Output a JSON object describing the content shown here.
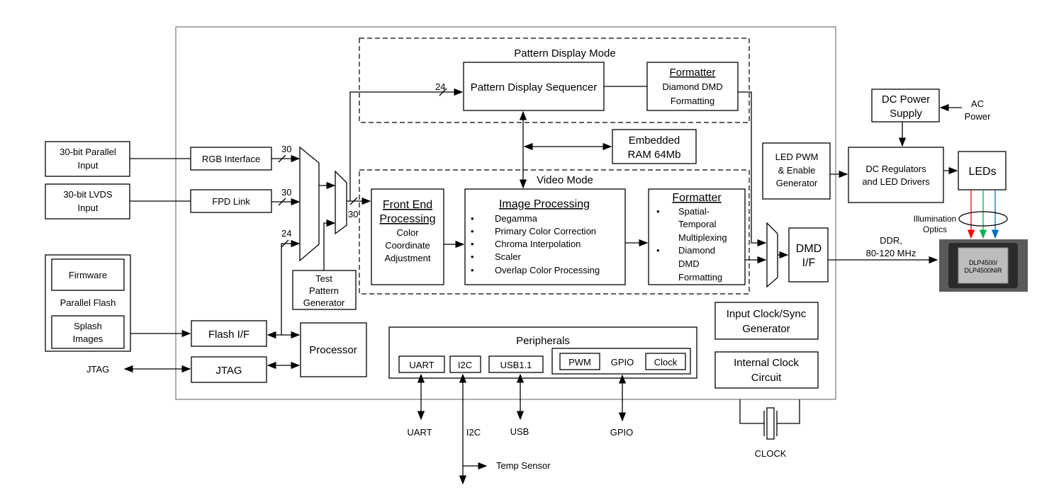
{
  "blocks": {
    "pattern_mode": "Pattern Display Mode",
    "pattern_seq": "Pattern Display Sequencer",
    "formatter1": {
      "title": "Formatter",
      "l1": "Diamond DMD",
      "l2": "Formatting"
    },
    "ram": {
      "l1": "Embedded",
      "l2": "RAM 64Mb"
    },
    "video_mode": "Video Mode",
    "front_end": {
      "t1": "Front End",
      "t2": "Processing",
      "l1": "Color",
      "l2": "Coordinate",
      "l3": "Adjustment"
    },
    "image_proc": {
      "title": "Image Processing",
      "items": [
        "Degamma",
        "Primary Color Correction",
        "Chroma Interpolation",
        "Scaler",
        "Overlap Color Processing"
      ]
    },
    "formatter2": {
      "title": "Formatter",
      "l1": "Spatial-",
      "l2": "Temporal",
      "l3": "Multiplexing",
      "l4": "Diamond",
      "l5": "DMD",
      "l6": "Formatting"
    },
    "parallel_in": {
      "l1": "30-bit Parallel",
      "l2": "Input"
    },
    "lvds_in": {
      "l1": "30-bit LVDS",
      "l2": "Input"
    },
    "rgb": "RGB Interface",
    "fpd": "FPD Link",
    "firmware": "Firmware",
    "parallel_flash": "Parallel Flash",
    "splash": {
      "l1": "Splash",
      "l2": "Images"
    },
    "flash_if": "Flash I/F",
    "jtag_box": "JTAG",
    "jtag_ext": "JTAG",
    "processor": "Processor",
    "tpg": {
      "l1": "Test",
      "l2": "Pattern",
      "l3": "Generator"
    },
    "peripherals": "Peripherals",
    "uart": "UART",
    "i2c": "I2C",
    "usb": "USB1.1",
    "pwm": "PWM",
    "gpio": "GPIO",
    "clock": "Clock",
    "in_clock": {
      "l1": "Input Clock/Sync",
      "l2": "Generator"
    },
    "int_clock": {
      "l1": "Internal Clock",
      "l2": "Circuit"
    },
    "dmd_if": {
      "l1": "DMD",
      "l2": "I/F"
    },
    "led_pwm": {
      "l1": "LED PWM",
      "l2": "& Enable",
      "l3": "Generator"
    },
    "dc_power": {
      "l1": "DC Power",
      "l2": "Supply"
    },
    "ac_power": {
      "l1": "AC",
      "l2": "Power"
    },
    "dc_reg": {
      "l1": "DC Regulators",
      "l2": "and LED Drivers"
    },
    "leds": "LEDs",
    "optics": {
      "l1": "Illumination",
      "l2": "Optics"
    },
    "ddr": {
      "l1": "DDR,",
      "l2": "80-120 MHz"
    },
    "dmd_chip": {
      "l1": "DLP4500/",
      "l2": "DLP4500NIR"
    }
  },
  "buses": {
    "b30a": "30",
    "b30b": "30",
    "b24a": "24",
    "b24b": "24",
    "b30c": "30"
  },
  "external": {
    "uart": "UART",
    "i2c": "I2C",
    "usb": "USB",
    "gpio": "GPIO",
    "temp": "Temp Sensor",
    "clock": "CLOCK"
  },
  "colors": {
    "red": "#ff0000",
    "green": "#00b050",
    "blue": "#0070c0"
  }
}
